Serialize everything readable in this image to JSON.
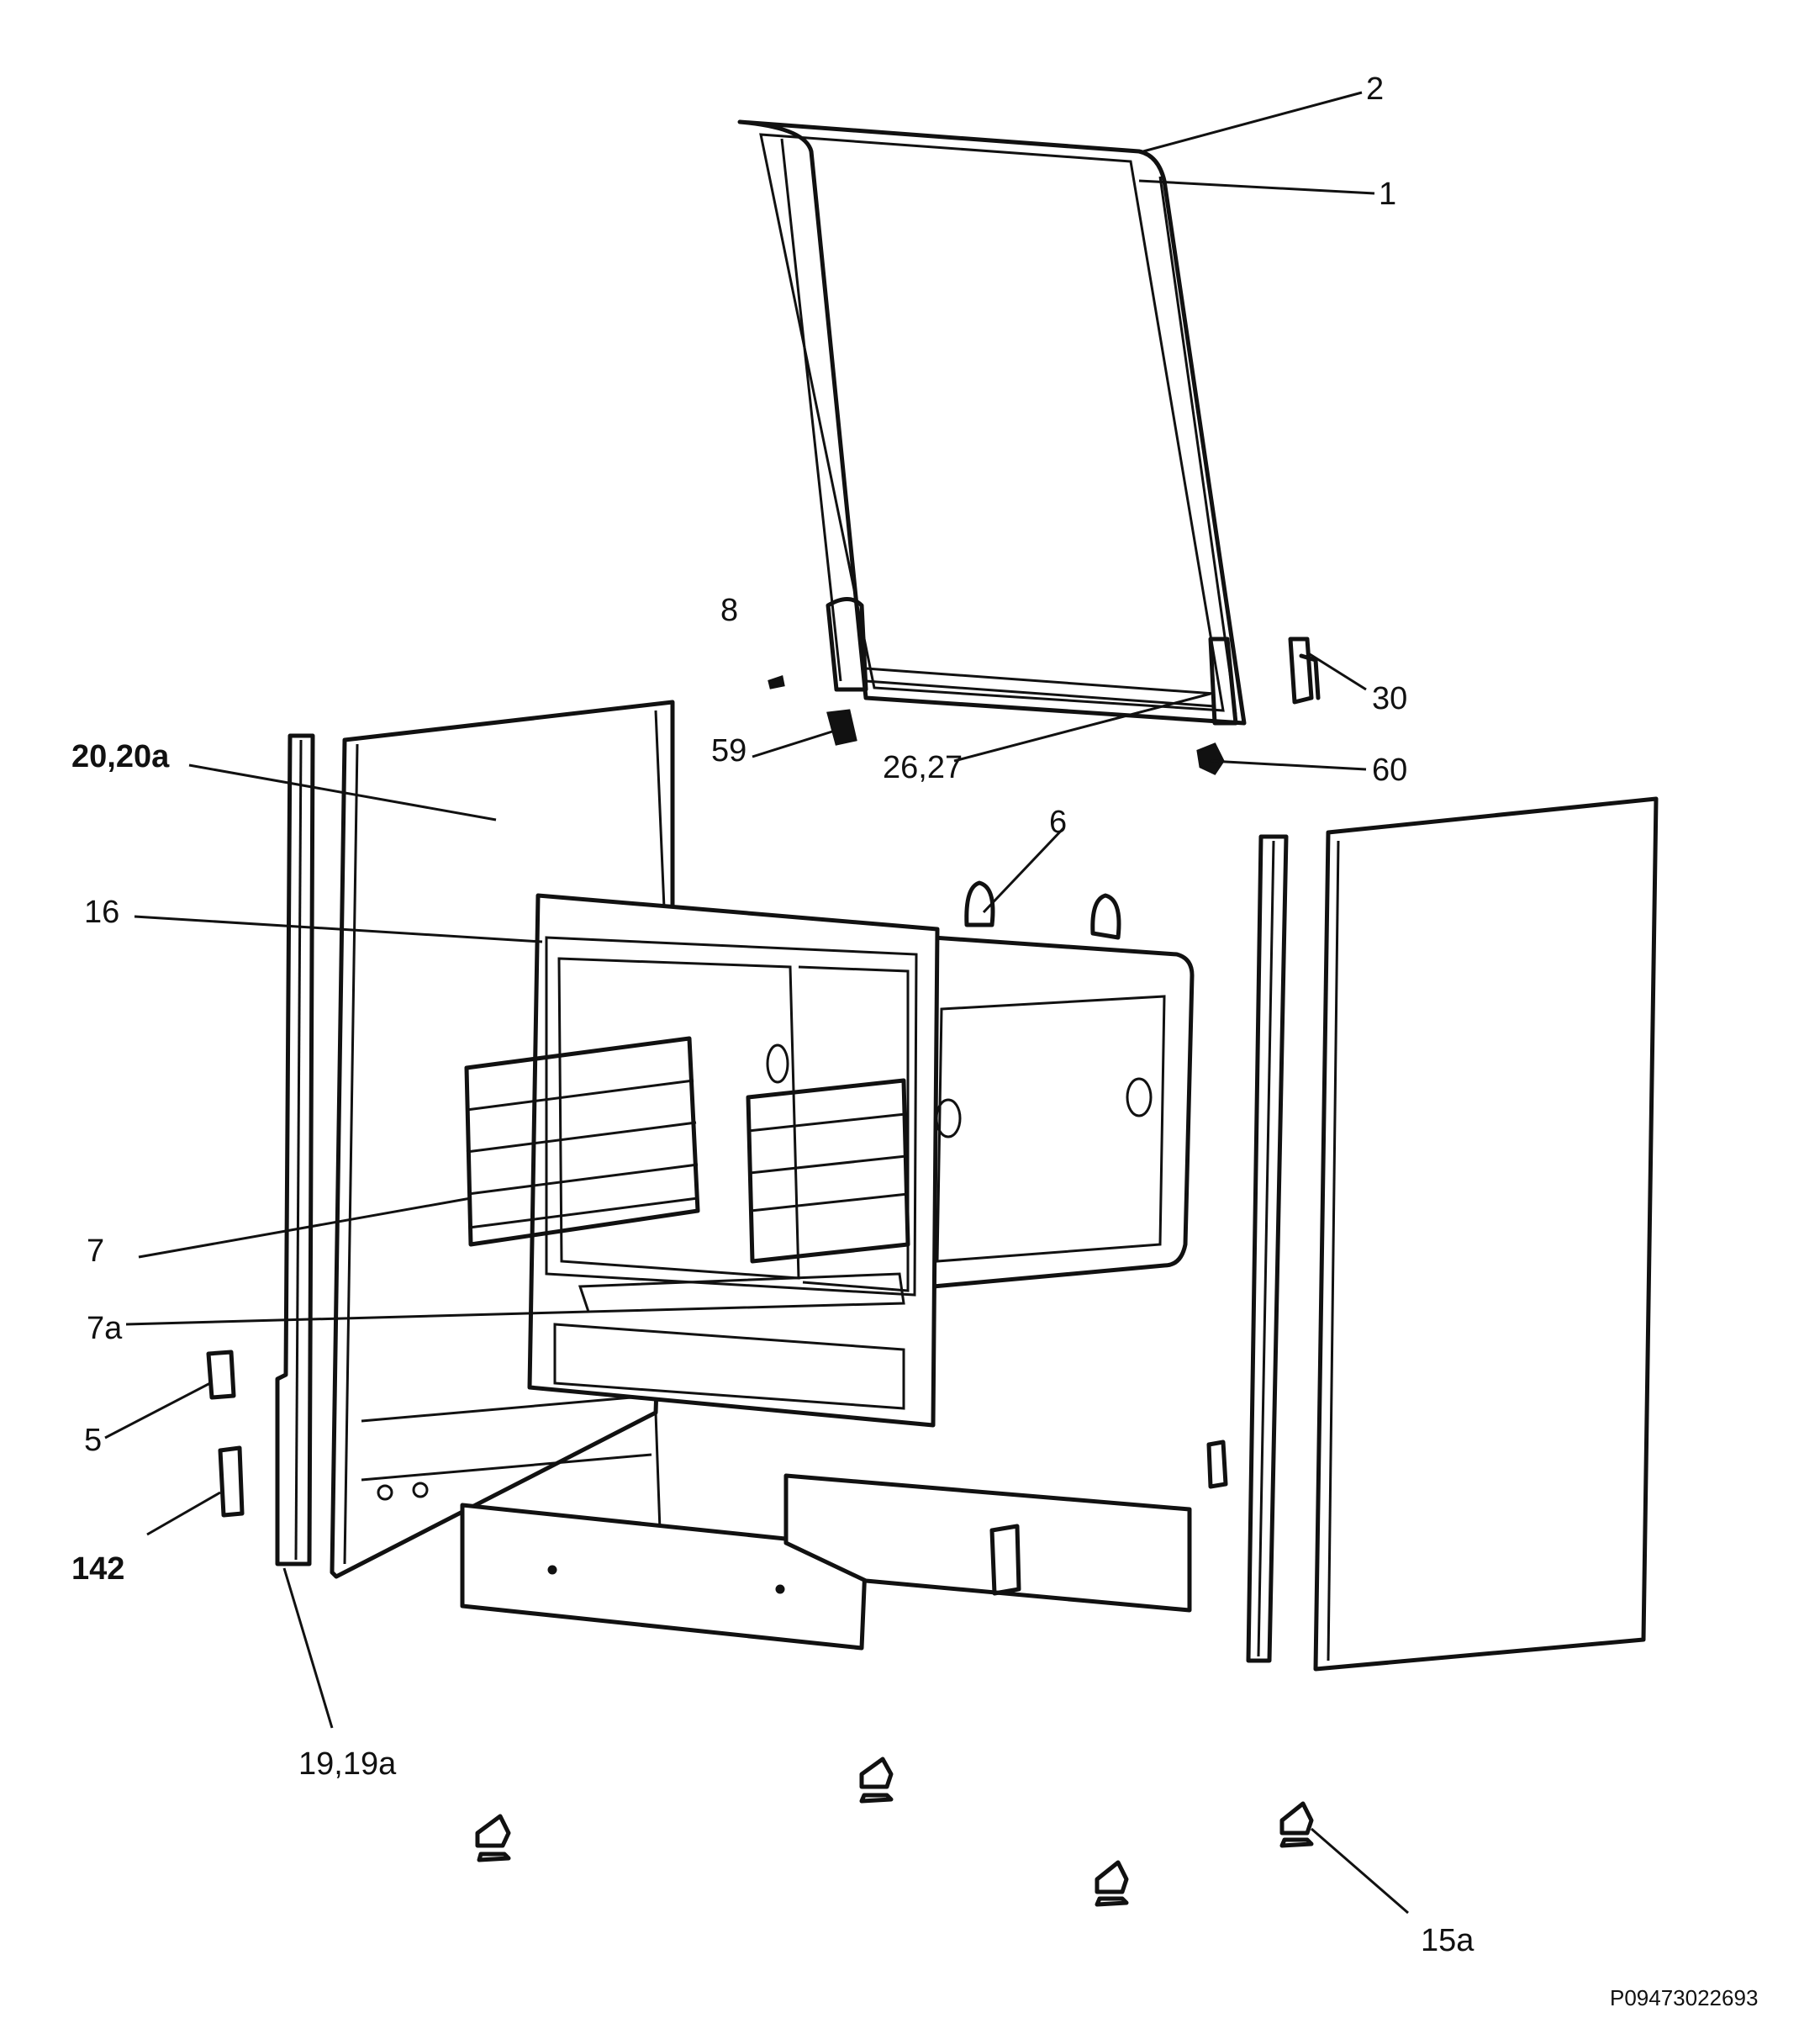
{
  "labels": {
    "l2": "2",
    "l1": "1",
    "l8": "8",
    "l30": "30",
    "l59": "59",
    "l26_27": "26,27",
    "l60": "60",
    "l20_20a": "20,20a",
    "l6": "6",
    "l16": "16",
    "l7": "7",
    "l7a": "7a",
    "l5": "5",
    "l142": "142",
    "l19_19a": "19,19a",
    "l15a": "15a"
  },
  "drawing_code": "P09473022693"
}
